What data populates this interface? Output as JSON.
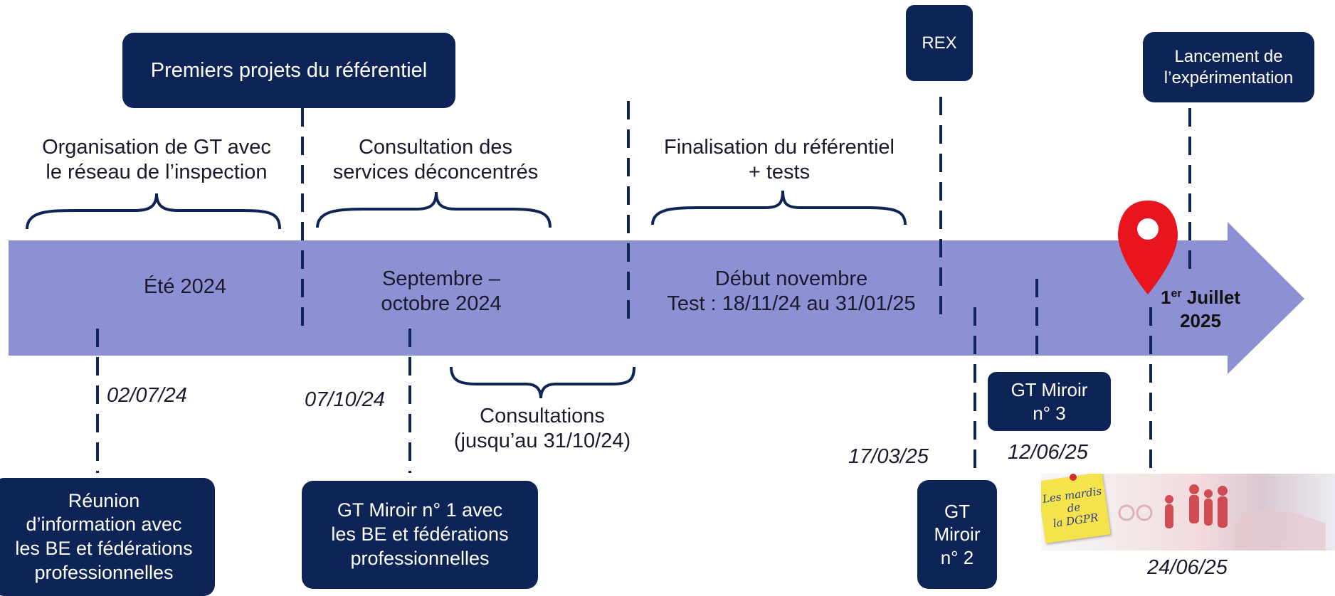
{
  "boxes": {
    "premiers": "Premiers projets du référentiel",
    "rex": "REX",
    "lancement": "Lancement de\nl’expérimentation",
    "reunion": "Réunion\nd’information avec\nles BE et fédérations\nprofessionnelles",
    "gt1": "GT Miroir n° 1 avec\nles BE et fédérations\nprofessionnelles",
    "gt2": "GT\nMiroir\nn° 2",
    "gt3": "GT Miroir\nn° 3"
  },
  "phases": {
    "organisation": "Organisation de GT avec\nle réseau de l’inspection",
    "consultation": "Consultation des\nservices déconcentrés",
    "finalisation": "Finalisation du référentiel\n+ tests",
    "consultations_bottom": "Consultations\n(jusqu’au 31/10/24)"
  },
  "arrow_labels": {
    "ete": "Été 2024",
    "septembre": "Septembre –\noctobre 2024",
    "novembre": "Début novembre\nTest : 18/11/24 au 31/01/25",
    "final_day": "1",
    "final_sup": "er",
    "final_month": " Juillet",
    "final_year": "2025"
  },
  "dates": {
    "d1": "02/07/24",
    "d2": "07/10/24",
    "d3": "17/03/25",
    "d4": "12/06/25",
    "d5": "24/06/25"
  },
  "sticky_note": "Les mardis de\nla DGPR",
  "colors": {
    "navy": "#0e2456",
    "arrow": "#8e90d4",
    "pin": "#e8141e"
  },
  "icons": {
    "pin": "location-pin-icon"
  }
}
